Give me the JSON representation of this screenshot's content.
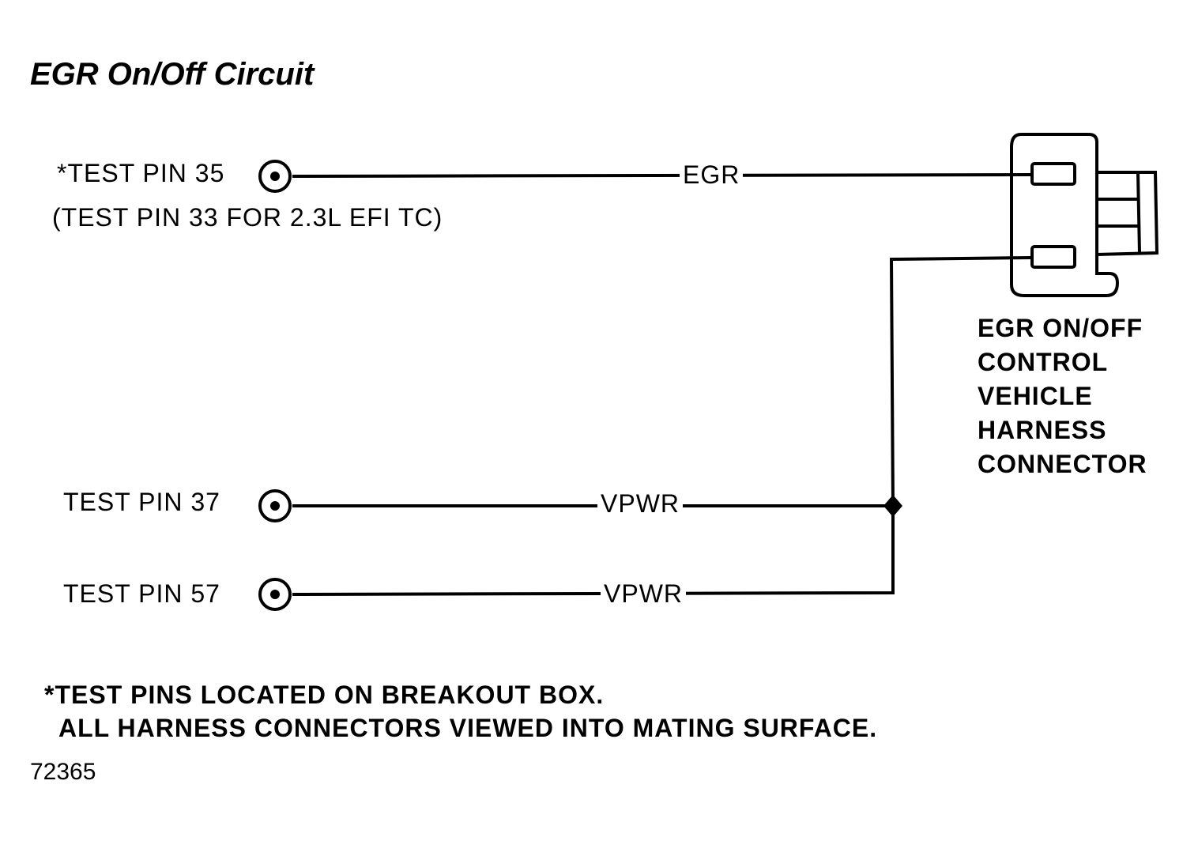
{
  "diagram": {
    "title": "EGR On/Off Circuit",
    "test_pins": [
      {
        "label": "*TEST PIN 35",
        "note": "(TEST PIN 33 FOR 2.3L EFI TC)",
        "circuit": "EGR"
      },
      {
        "label": "TEST PIN 37",
        "circuit": "VPWR"
      },
      {
        "label": "TEST PIN 57",
        "circuit": "VPWR"
      }
    ],
    "connector": {
      "lines": [
        "EGR ON/OFF",
        "CONTROL",
        "VEHICLE",
        "HARNESS",
        "CONNECTOR"
      ]
    },
    "footnote": {
      "line1": "*TEST PINS LOCATED ON BREAKOUT BOX.",
      "line2": "ALL HARNESS CONNECTORS VIEWED INTO MATING SURFACE."
    },
    "figure_number": "72365"
  }
}
